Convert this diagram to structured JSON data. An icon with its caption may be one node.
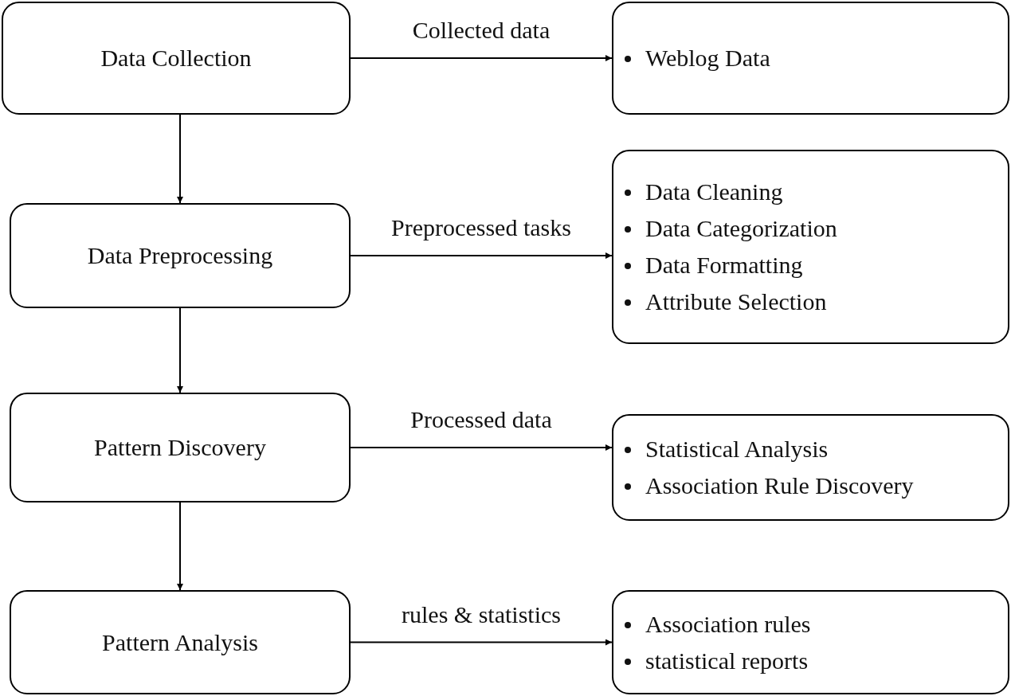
{
  "diagram": {
    "nodes": [
      {
        "text": [
          "Data Collection"
        ]
      },
      {
        "text": [
          "Weblog Data"
        ]
      },
      {
        "text": [
          "Data Preprocessing"
        ]
      },
      {
        "text": [
          "Data Cleaning",
          "Data Categorization",
          "Data Formatting",
          "Attribute Selection"
        ]
      },
      {
        "text": [
          "Pattern Discovery"
        ]
      },
      {
        "text": [
          "Statistical Analysis",
          "Association Rule Discovery"
        ]
      },
      {
        "text": [
          "Pattern Analysis"
        ]
      },
      {
        "text": [
          "Association rules",
          "statistical reports"
        ]
      }
    ],
    "edges": [
      {
        "from": 0,
        "to": 1,
        "arrow": "to",
        "label": "Collected data"
      },
      {
        "from": 0,
        "to": 2,
        "arrow": "to"
      },
      {
        "from": 2,
        "to": 3,
        "arrow": "to",
        "label": "Preprocessed tasks"
      },
      {
        "from": 2,
        "to": 4,
        "arrow": "to"
      },
      {
        "from": 4,
        "to": 5,
        "arrow": "to",
        "label": "Processed data"
      },
      {
        "from": 4,
        "to": 6,
        "arrow": "to"
      },
      {
        "from": 6,
        "to": 7,
        "arrow": "to",
        "label": "rules & statistics"
      }
    ]
  }
}
